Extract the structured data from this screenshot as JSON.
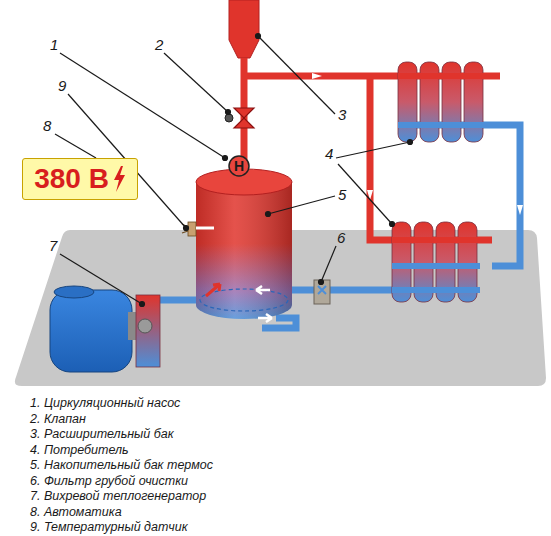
{
  "diagram": {
    "nodes": [
      {
        "text": [
          "380 В"
        ]
      },
      {
        "text": [
          "Н"
        ]
      }
    ],
    "labels": [
      "1",
      "2",
      "3",
      "4",
      "5",
      "6",
      "7",
      "8",
      "9",
      "1. Циркуляционный насос",
      "2. Клапан",
      "3. Расширительный бак",
      "4. Потребитель",
      "5. Накопительный бак термос",
      "6. Фильтр грубой очистки",
      "7. Вихревой теплогенератор",
      "8. Автоматика",
      "9. Температурный датчик"
    ]
  }
}
